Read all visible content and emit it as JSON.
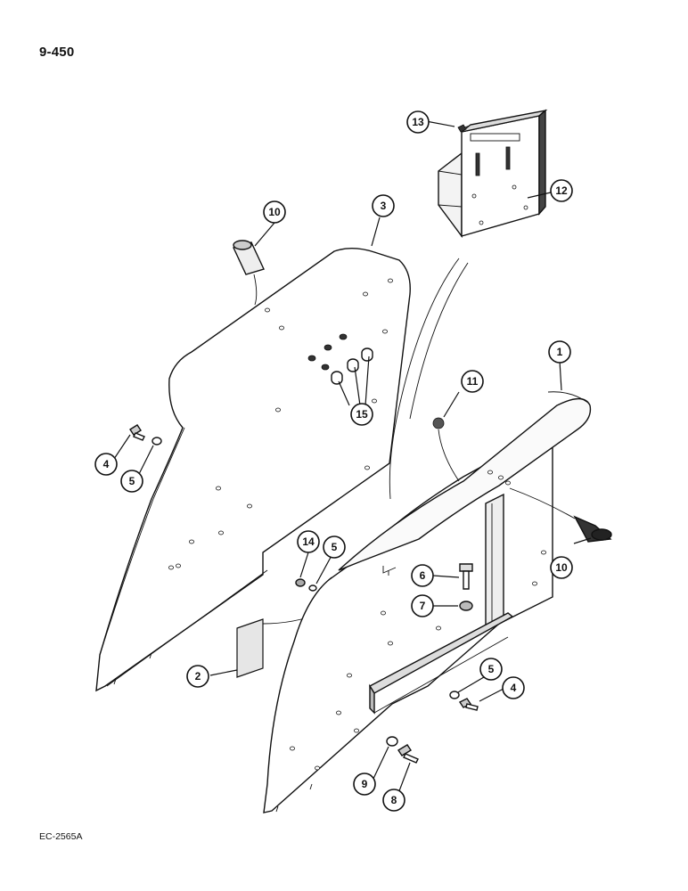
{
  "header": {
    "page_number": "9-450"
  },
  "footer": {
    "figure_code": "EC-2565A"
  },
  "callouts": [
    {
      "id": "callout-1",
      "label": "1"
    },
    {
      "id": "callout-2",
      "label": "2"
    },
    {
      "id": "callout-3",
      "label": "3"
    },
    {
      "id": "callout-4a",
      "label": "4"
    },
    {
      "id": "callout-4b",
      "label": "4"
    },
    {
      "id": "callout-5a",
      "label": "5"
    },
    {
      "id": "callout-5b",
      "label": "5"
    },
    {
      "id": "callout-5c",
      "label": "5"
    },
    {
      "id": "callout-6",
      "label": "6"
    },
    {
      "id": "callout-7",
      "label": "7"
    },
    {
      "id": "callout-8",
      "label": "8"
    },
    {
      "id": "callout-9",
      "label": "9"
    },
    {
      "id": "callout-10a",
      "label": "10"
    },
    {
      "id": "callout-10b",
      "label": "10"
    },
    {
      "id": "callout-11",
      "label": "11"
    },
    {
      "id": "callout-12",
      "label": "12"
    },
    {
      "id": "callout-13",
      "label": "13"
    },
    {
      "id": "callout-14",
      "label": "14"
    },
    {
      "id": "callout-15",
      "label": "15"
    }
  ]
}
